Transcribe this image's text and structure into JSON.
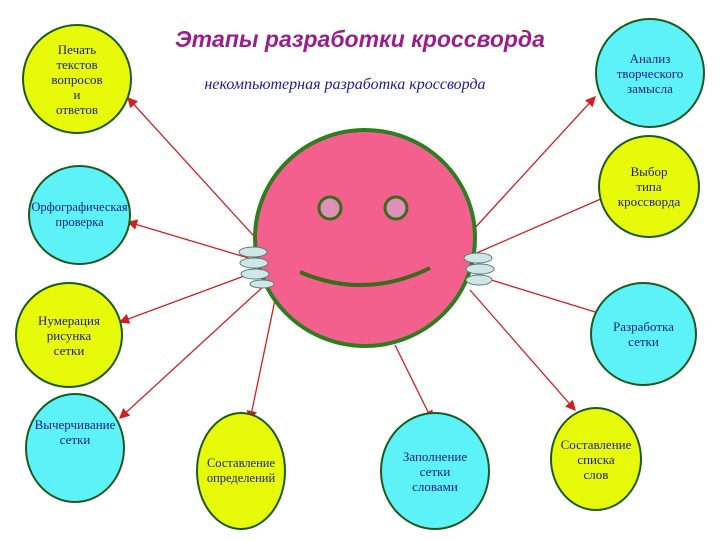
{
  "title": "Этапы разработки кроссворда",
  "subtitle": "некомпьютерная разработка кроссворда",
  "colors": {
    "title": "#9b1f8a",
    "subtitle": "#1a1aa0",
    "face_fill": "#f4608e",
    "face_border": "#2e7d1f",
    "arrow": "#d02020",
    "yellow_bubble": "#e6fa0a",
    "cyan_bubble": "#5cf2f8"
  },
  "icons": {
    "eyes": "eye-icon",
    "mouth": "smile-mouth",
    "fingers": "finger-shapes"
  },
  "stages": {
    "print_texts": "Печать\nтекстов\nвопросов\nи\nответов",
    "spell_check": "Орфографическая\nпроверка",
    "numbering": "Нумерация\nрисунка\nсетки",
    "drawing": "Вычерчивание\nсетки",
    "definitions": "Составление\nопределений",
    "filling": "Заполнение\nсетки\nсловами",
    "word_list": "Составление\nсписка\nслов",
    "grid_dev": "Разработка\nсетки",
    "type_choice": "Выбор\nтипа\nкроссворда",
    "analysis": "Анализ\nтворческого\nзамысла"
  }
}
